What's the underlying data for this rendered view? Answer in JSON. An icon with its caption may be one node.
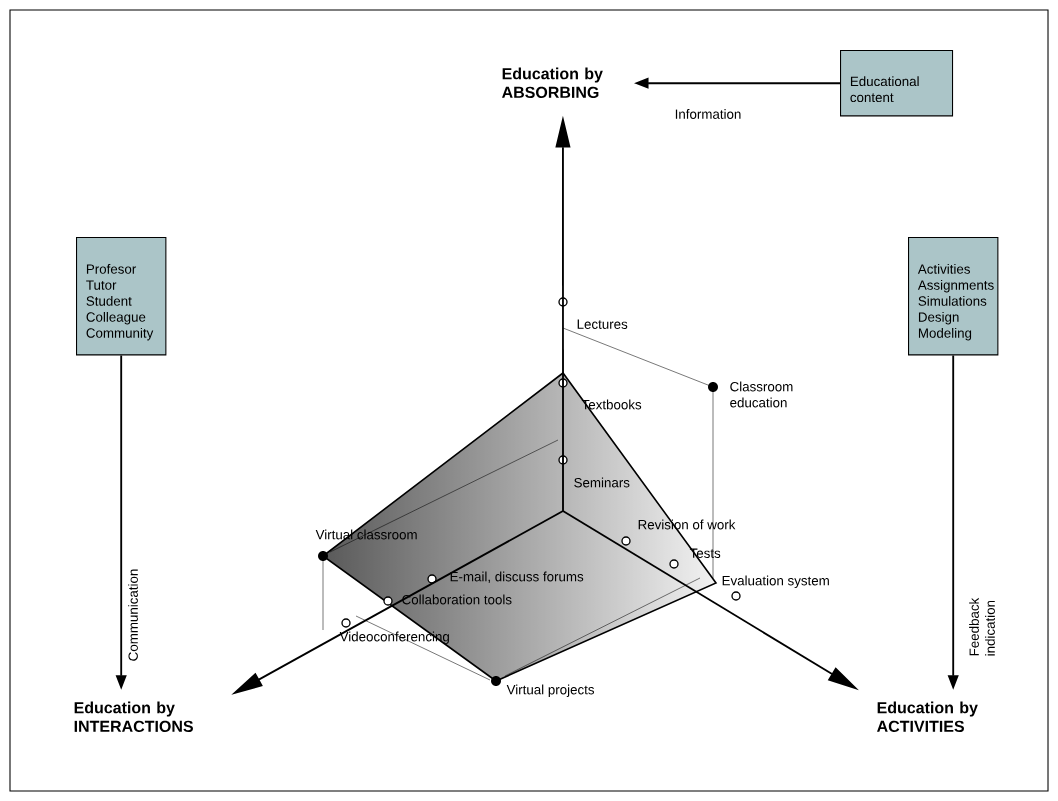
{
  "diagram": {
    "nodes": [
      {
        "text": [
          "Education by ABSORBING"
        ]
      },
      {
        "text": [
          "Educational content"
        ]
      },
      {
        "text": [
          "Profesor",
          "Tutor",
          "Student",
          "Colleague",
          "Community"
        ]
      },
      {
        "text": [
          "Activities",
          "Assignments",
          "Simulations",
          "Design",
          "Modeling"
        ]
      },
      {
        "text": [
          "Education by INTERACTIONS"
        ]
      },
      {
        "text": [
          "Education by ACTIVITIES"
        ]
      }
    ],
    "edges": [
      {
        "from": null,
        "to": 0,
        "arrow": "to"
      },
      {
        "from": null,
        "to": 4,
        "arrow": "to"
      },
      {
        "from": null,
        "to": 5,
        "arrow": "to"
      },
      {
        "from": 1,
        "to": 0,
        "arrow": "to",
        "label": "Information"
      },
      {
        "from": 2,
        "to": 4,
        "arrow": "to",
        "label": "Communication"
      },
      {
        "from": 3,
        "to": 5,
        "arrow": "to",
        "label": "Feedback indication"
      }
    ],
    "labels": [
      "Lectures",
      "Classroom education",
      "Textbooks",
      "Seminars",
      "Revision of work",
      "Virtual classroom",
      "Tests",
      "Evaluation system",
      "E-mail, discuss forums",
      "Collaboration tools",
      "Videoconferencing",
      "Virtual projects"
    ]
  }
}
